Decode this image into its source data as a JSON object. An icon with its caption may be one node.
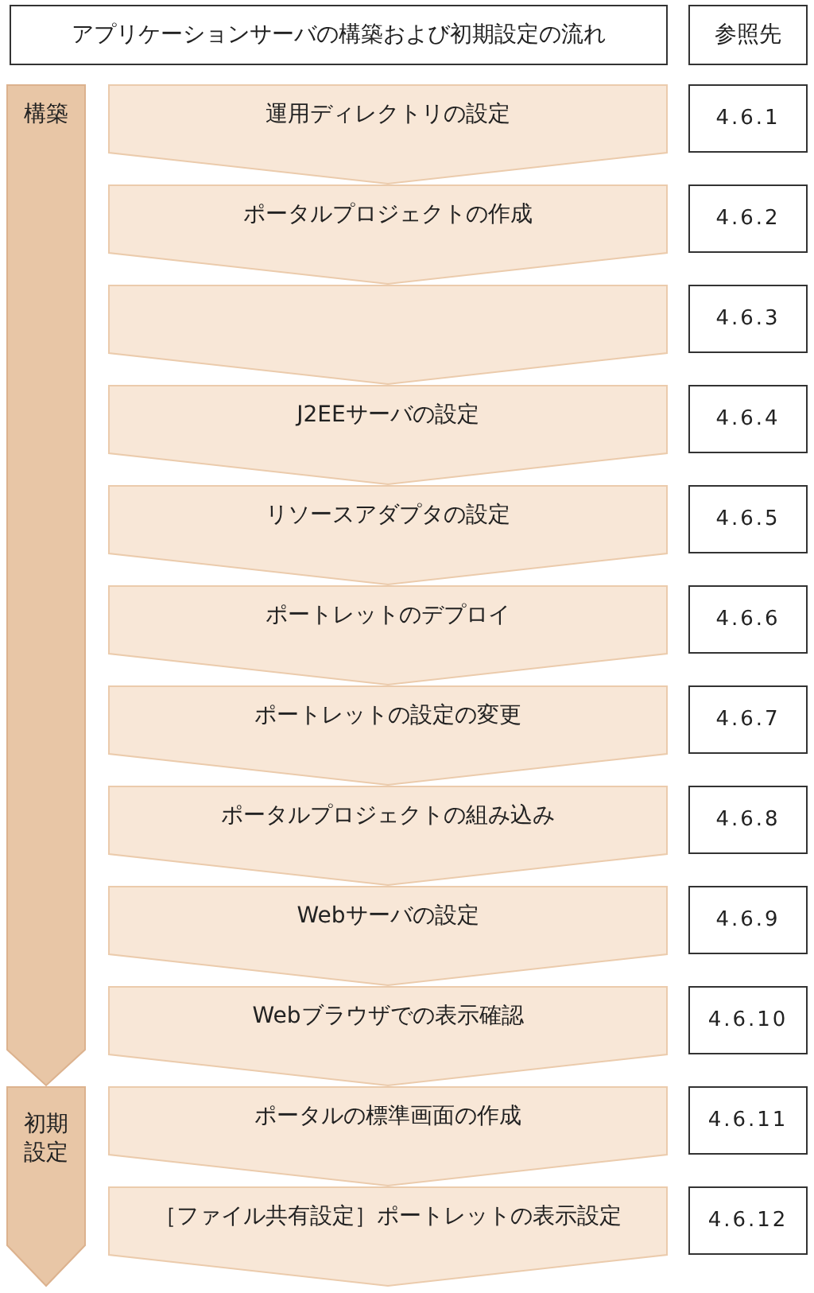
{
  "diagram": {
    "nodes": [
      {
        "text": [
          "アプリケーションサーバの構築および初期設定の流れ"
        ]
      },
      {
        "text": [
          "参照先"
        ]
      },
      {
        "text": [
          "構築"
        ]
      },
      {
        "text": [
          "運用ディレクトリの設定"
        ]
      },
      {
        "text": [
          "4.6.1"
        ]
      },
      {
        "text": [
          "ポータルプロジェクトの作成"
        ]
      },
      {
        "text": [
          "4.6.2"
        ]
      },
      {
        "text": [],
        "shape": "pentagon"
      },
      {
        "text": [
          "4.6.3"
        ]
      },
      {
        "text": [
          "J2EEサーバの設定"
        ]
      },
      {
        "text": [
          "4.6.4"
        ]
      },
      {
        "text": [
          "リソースアダプタの設定"
        ]
      },
      {
        "text": [
          "4.6.5"
        ]
      },
      {
        "text": [
          "ポートレットのデプロイ"
        ]
      },
      {
        "text": [
          "4.6.6"
        ]
      },
      {
        "text": [
          "ポートレットの設定の変更"
        ]
      },
      {
        "text": [
          "4.6.7"
        ]
      },
      {
        "text": [
          "ポータルプロジェクトの組み込み"
        ]
      },
      {
        "text": [
          "4.6.8"
        ]
      },
      {
        "text": [
          "Webサーバの設定"
        ]
      },
      {
        "text": [
          "4.6.9"
        ]
      },
      {
        "text": [
          "Webブラウザでの表示確認"
        ]
      },
      {
        "text": [
          "4.6.10"
        ]
      },
      {
        "text": [
          "初期設定"
        ]
      },
      {
        "text": [
          "ポータルの標準画面の作成"
        ]
      },
      {
        "text": [
          "4.6.11"
        ]
      },
      {
        "text": [
          "［ファイル共有設定］ポートレットの表示設定"
        ]
      },
      {
        "text": [
          "4.6.12"
        ]
      }
    ]
  }
}
